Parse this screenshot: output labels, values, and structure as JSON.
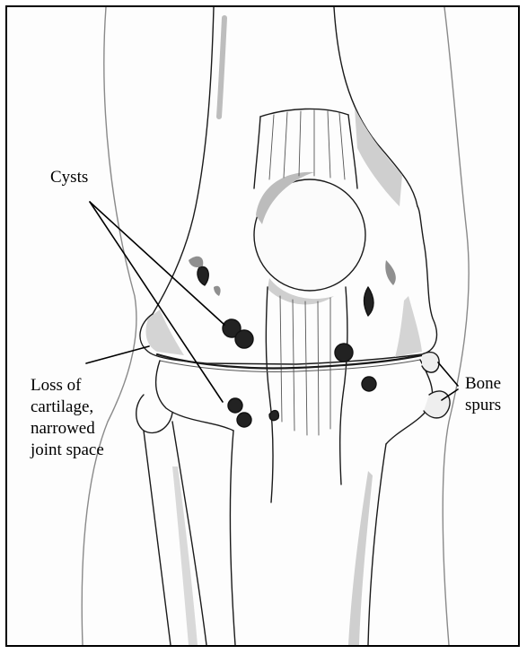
{
  "figure": {
    "labels": {
      "cysts": "Cysts",
      "cartilage": "Loss of\ncartilage,\nnarrowed\njoint space",
      "spurs": "Bone\nspurs"
    },
    "colors": {
      "line": "#1a1a1a",
      "shade": "#c9c9c9",
      "light_shade": "#e6e6e6",
      "dark": "#222222",
      "background": "#fdfdfd"
    }
  }
}
